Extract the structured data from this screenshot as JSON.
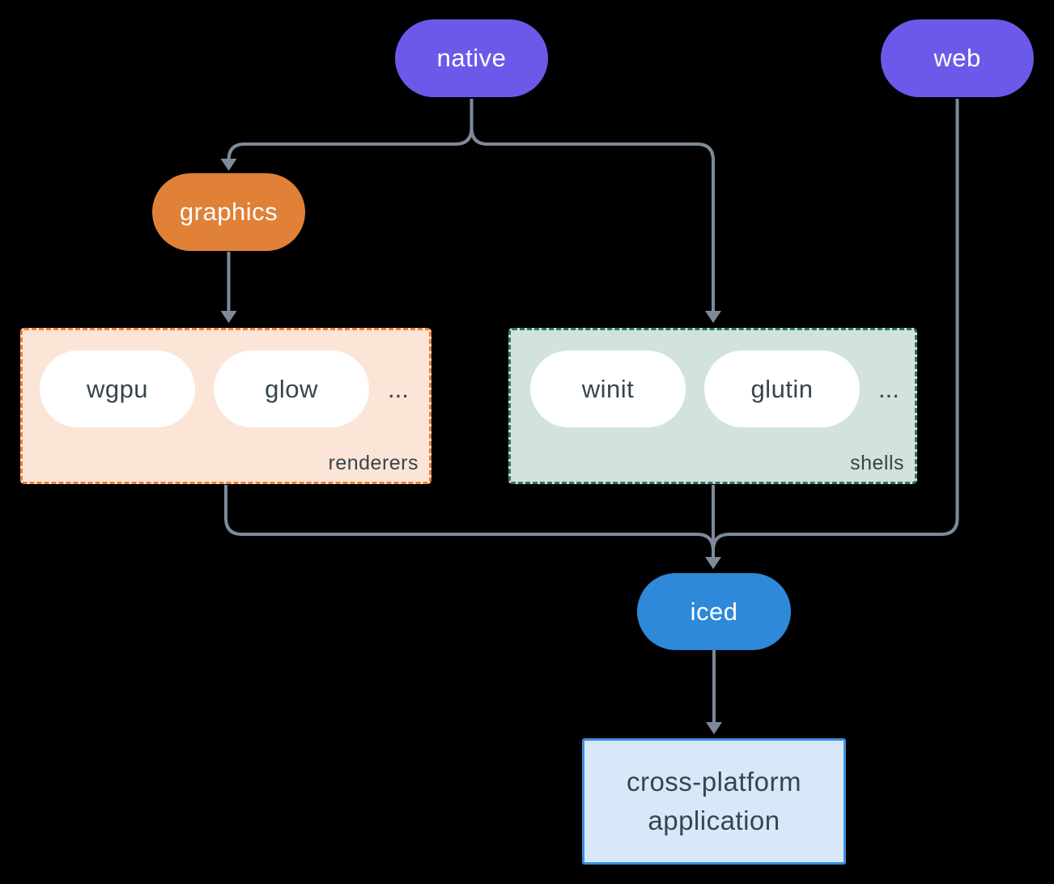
{
  "nodes": {
    "native": "native",
    "web": "web",
    "graphics": "graphics",
    "iced": "iced",
    "application": "cross-platform application"
  },
  "groups": {
    "renderers": {
      "label": "renderers",
      "items": [
        "wgpu",
        "glow"
      ],
      "more": "..."
    },
    "shells": {
      "label": "shells",
      "items": [
        "winit",
        "glutin"
      ],
      "more": "..."
    }
  },
  "edges": [
    "native -> graphics",
    "native -> shells",
    "graphics -> renderers",
    "renderers -> iced",
    "shells -> iced",
    "web -> iced",
    "iced -> cross-platform application"
  ],
  "colors": {
    "background": "#000000",
    "node_purple": "#6b5aea",
    "node_orange": "#e08137",
    "node_blue": "#2e89d9",
    "renderers_bg": "#fbe5d6",
    "renderers_border": "#e8813a",
    "shells_bg": "#d2e2dc",
    "shells_border": "#2e7568",
    "app_bg": "#d8e8f8",
    "app_border": "#3e8ede",
    "edge": "#7d8a99",
    "dark_text": "#36454f",
    "light_text": "#ffffff"
  }
}
